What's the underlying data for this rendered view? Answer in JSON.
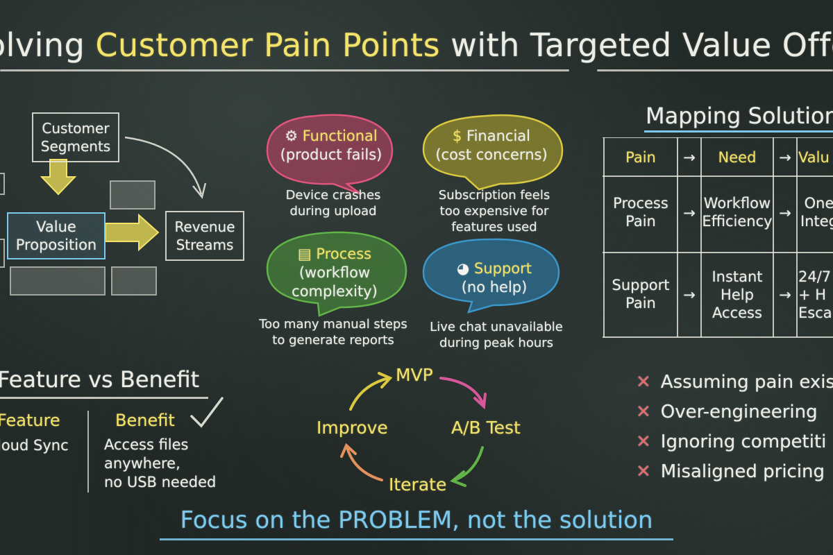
{
  "title": {
    "part1": "olving ",
    "highlight": "Customer Pain Points",
    "part2": " with Targeted Value Offe"
  },
  "canvas": {
    "segments": "Customer\nSegments",
    "value_prop": "Value\nProposition",
    "revenue": "Revenue\nStreams"
  },
  "pains": [
    {
      "title": "Functional",
      "sub": "(product fails)",
      "caption": "Device crashes\nduring upload",
      "icon": "gear-icon",
      "color": "#c8436a"
    },
    {
      "title": "Financial",
      "sub": "(cost concerns)",
      "caption": "Subscription feels\ntoo expensive for\nfeatures used",
      "icon": "dollar-icon",
      "color": "#b9ab2c"
    },
    {
      "title": "Process",
      "sub": "(workflow\ncomplexity)",
      "caption": "Too many manual steps\nto generate reports",
      "icon": "clipboard-icon",
      "color": "#4f9a3c"
    },
    {
      "title": "Support",
      "sub": "(no help)",
      "caption": "Live chat unavailable\nduring peak hours",
      "icon": "chat-icon",
      "color": "#2d7fae"
    }
  ],
  "mapping": {
    "title": "Mapping Solution",
    "headers": [
      "Pain",
      "Need",
      "Valu"
    ],
    "rows": [
      [
        "Process\nPain",
        "Workflow\nEfficiency",
        "One\nInteg"
      ],
      [
        "Support\nPain",
        "Instant\nHelp\nAccess",
        "24/7\n+ H\nEsca"
      ]
    ]
  },
  "feature_benefit": {
    "title": "Feature vs Benefit",
    "feature_header": "Feature",
    "benefit_header": "Benefit",
    "feature": "loud Sync",
    "benefit": "Access files\nanywhere,\nno USB needed"
  },
  "cycle": [
    "MVP",
    "A/B Test",
    "Iterate",
    "Improve"
  ],
  "mistakes": [
    "Assuming pain exis",
    "Over-engineering",
    "Ignoring competiti",
    "Misaligned pricing"
  ],
  "footer": "Focus on the PROBLEM, not the solution"
}
